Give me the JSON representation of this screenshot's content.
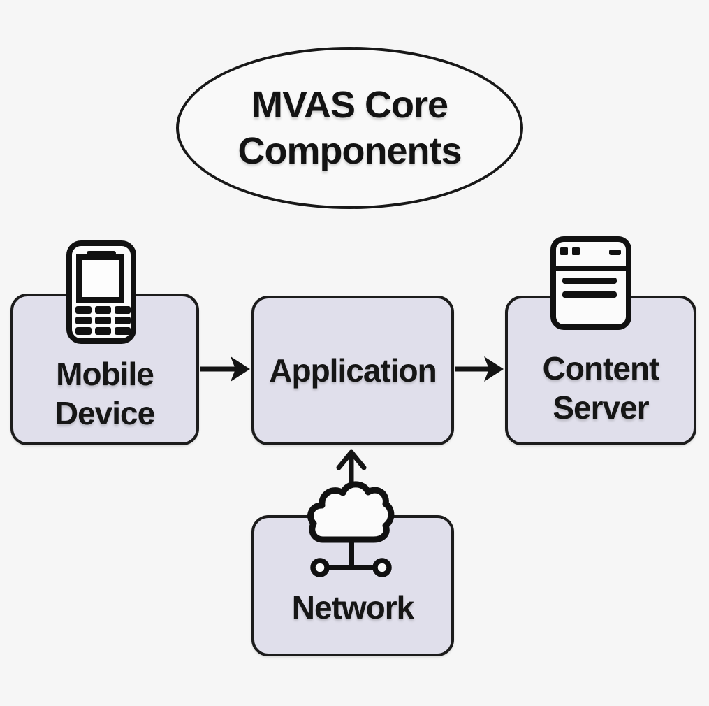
{
  "diagram": {
    "title": {
      "text": "MVAS Core Components",
      "lines": [
        "MVAS Core",
        "Components"
      ]
    },
    "nodes": [
      {
        "id": "mobile-device",
        "label": "Mobile Device",
        "lines": [
          "Mobile",
          "Device"
        ],
        "icon": "mobile-phone-icon"
      },
      {
        "id": "application",
        "label": "Application",
        "lines": [
          "Application"
        ],
        "icon": ""
      },
      {
        "id": "content-server",
        "label": "Content Server",
        "lines": [
          "Content",
          "Server"
        ],
        "icon": "server-icon"
      },
      {
        "id": "network",
        "label": "Network",
        "lines": [
          "Network"
        ],
        "icon": "cloud-network-icon"
      }
    ],
    "edges": [
      {
        "from": "mobile-device",
        "to": "application",
        "style": "arrow-right"
      },
      {
        "from": "application",
        "to": "content-server",
        "style": "arrow-right"
      },
      {
        "from": "network",
        "to": "application",
        "style": "arrow-up"
      }
    ],
    "colors": {
      "background": "#f6f6f6",
      "node_fill": "#e0dfeb",
      "outline": "#1a1a1a",
      "text": "#161616",
      "icon_fill": "#fbfbfb"
    }
  }
}
